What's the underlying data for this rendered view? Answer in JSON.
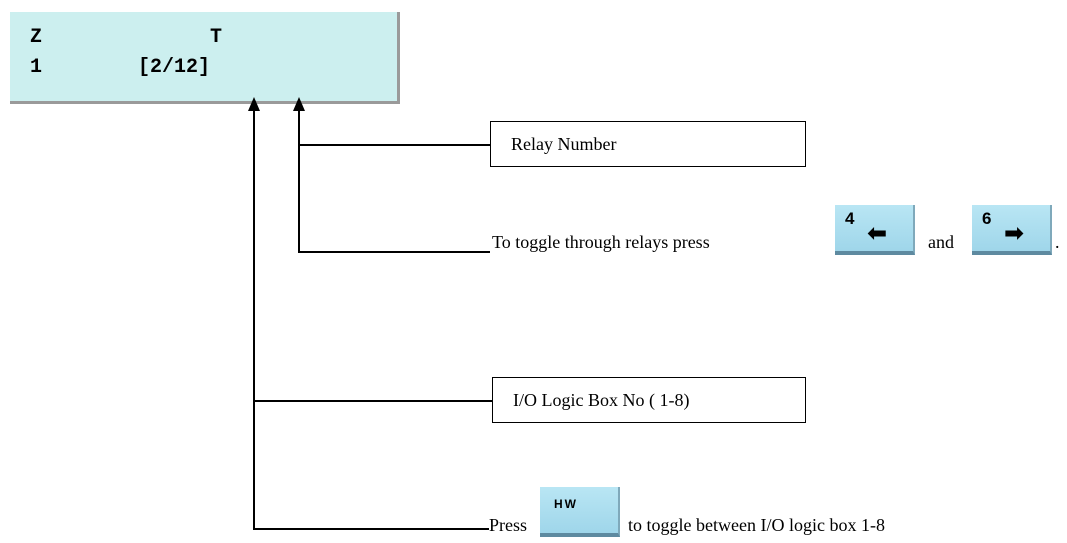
{
  "lcd": {
    "line1": "Z              T",
    "line2": "1        [2/12]"
  },
  "labels": {
    "relay_number": "Relay Number",
    "io_logic_box": "I/O Logic Box No ( 1-8)"
  },
  "captions": {
    "toggle_relays_prefix": "To toggle through relays press",
    "toggle_relays_and": "and",
    "toggle_relays_end": ".",
    "press_prefix": "Press",
    "press_suffix": "to toggle between I/O logic box 1-8"
  },
  "keys": {
    "left_key_number": "4",
    "left_key_icon": "arrow-left-icon",
    "right_key_number": "6",
    "right_key_icon": "arrow-right-icon",
    "hw_key_label": "HW"
  }
}
